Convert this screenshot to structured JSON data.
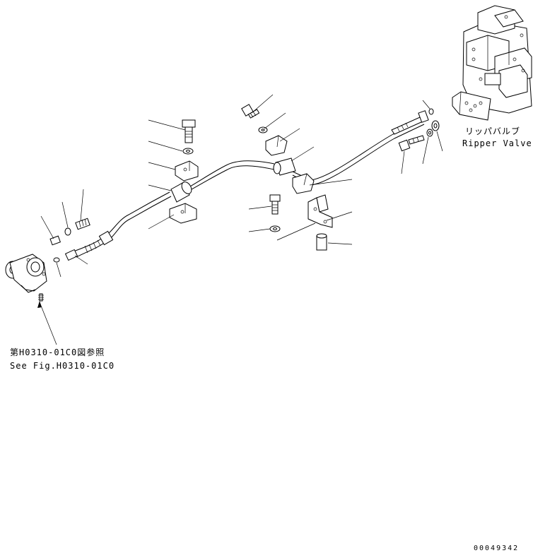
{
  "ripper_valve": {
    "label_jp": "リッパバルブ",
    "label_en": "Ripper Valve"
  },
  "reference": {
    "label_jp": "第H0310-01C0図参照",
    "label_en": "See Fig.H0310-01C0"
  },
  "drawing_code": "00049342"
}
